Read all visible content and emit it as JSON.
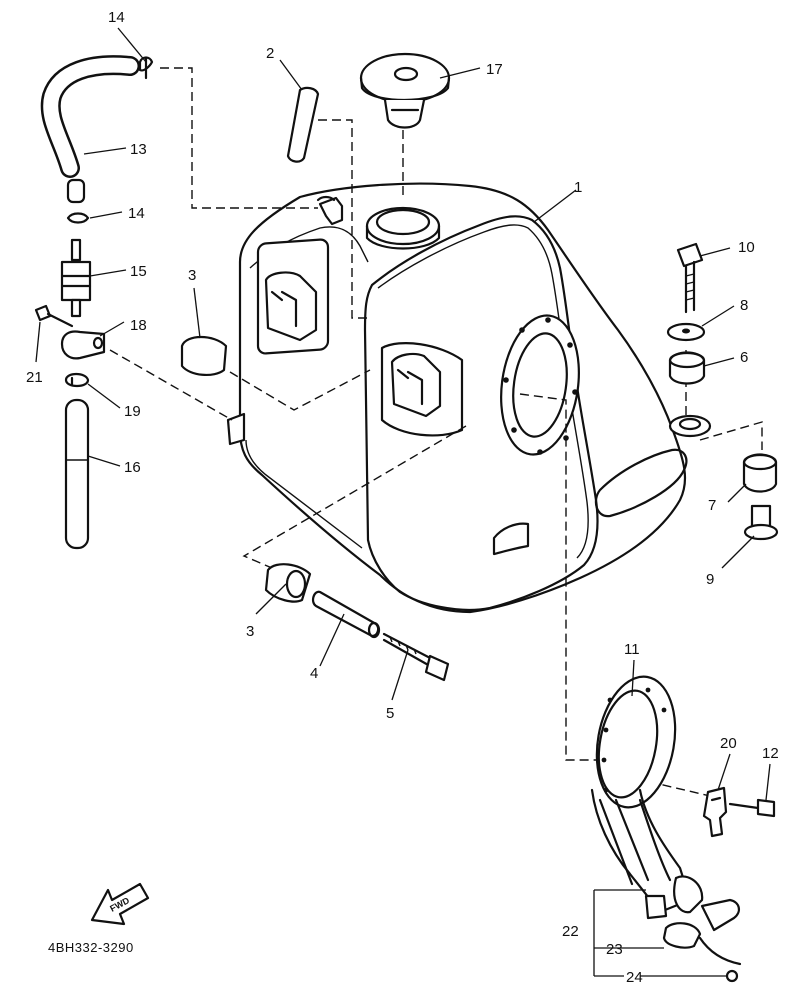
{
  "diagram": {
    "code": "4BH332-3290",
    "forward_label": "FWD",
    "part_labels": {
      "l1": "1",
      "l2": "2",
      "l3a": "3",
      "l3b": "3",
      "l4": "4",
      "l5": "5",
      "l6": "6",
      "l7": "7",
      "l8": "8",
      "l9": "9",
      "l10": "10",
      "l11": "11",
      "l12": "12",
      "l13": "13",
      "l14a": "14",
      "l14b": "14",
      "l15": "15",
      "l16": "16",
      "l17": "17",
      "l18": "18",
      "l19": "19",
      "l20": "20",
      "l21": "21",
      "l22": "22",
      "l23": "23",
      "l24": "24"
    }
  }
}
